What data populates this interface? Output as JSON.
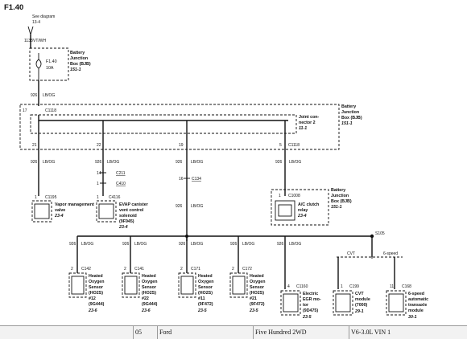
{
  "page": {
    "code": "F1.40"
  },
  "top": {
    "ref_label": "See diagram",
    "ref_page": "13-4",
    "wire_no": "1138",
    "color": "VT/WH"
  },
  "fuse": {
    "name": "F1.40",
    "rating": "10A",
    "box_line1": "Battery",
    "box_line2": "Junction",
    "box_line3": "Box (BJB)",
    "box_page": "151-1"
  },
  "fuse_out": {
    "wire_no": "926",
    "color": "LB/OG"
  },
  "bjb_big": {
    "pin_a": "17",
    "conn_a": "C1118",
    "box_line1": "Battery",
    "box_line2": "Junction",
    "box_line3": "Box (BJB)",
    "box_page": "151-1",
    "joint_line1": "Joint con-",
    "joint_line2": "nector 2",
    "joint_page": "11-1",
    "pins": [
      "21",
      "22",
      "19",
      "5"
    ],
    "conn_b": "C1118"
  },
  "branches": [
    {
      "wire_no": "926",
      "color": "LB/OG"
    },
    {
      "wire_no": "926",
      "color": "LB/OG"
    },
    {
      "wire_no": "926",
      "color": "LB/OG"
    },
    {
      "wire_no": "926",
      "color": "LB/OG"
    }
  ],
  "inline_conns": [
    {
      "pin": "14",
      "conn": "C211"
    },
    {
      "pin": "1",
      "conn": "C410"
    },
    {
      "pin": "16",
      "conn": "C134"
    }
  ],
  "components_top": [
    {
      "pin": "1",
      "conn": "C1195",
      "line1": "Vapor management",
      "line2": "valve",
      "page": "23-4"
    },
    {
      "pin": "1",
      "conn": "C4116",
      "line1": "EVAP canister",
      "line2": "vent control",
      "line3": "solenoid",
      "line4": "(9F945)",
      "page": "23-4"
    },
    {
      "pin": "1",
      "conn": "C1008",
      "line1": "A/C clutch",
      "line2": "relay",
      "page": "23-4",
      "box_line1": "Battery",
      "box_line2": "Junction",
      "box_line3": "Box (BJB)",
      "box_page": "151-1"
    }
  ],
  "mid_wire": {
    "wire_no": "926",
    "color": "LB/OG"
  },
  "splice": {
    "name": "S105"
  },
  "bus_wires": [
    {
      "wire_no": "926",
      "color": "LB/OG"
    },
    {
      "wire_no": "926",
      "color": "LB/OG"
    },
    {
      "wire_no": "926",
      "color": "LB/OG"
    },
    {
      "wire_no": "926",
      "color": "LB/OG"
    },
    {
      "wire_no": "926",
      "color": "LB/OG"
    }
  ],
  "transmission": {
    "opt_a": "CVT",
    "opt_b": "6-speed"
  },
  "sensors": [
    {
      "pin": "2",
      "conn": "C142",
      "line1": "Heated",
      "line2": "Oxygen",
      "line3": "Sensor",
      "line4": "(HO2S)",
      "line5": "#12",
      "line6": "(9G444)",
      "page": "23-6"
    },
    {
      "pin": "2",
      "conn": "C141",
      "line1": "Heated",
      "line2": "Oxygen",
      "line3": "Sensor",
      "line4": "(HO2S)",
      "line5": "#22",
      "line6": "(9G444)",
      "page": "23-6"
    },
    {
      "pin": "2",
      "conn": "C171",
      "line1": "Heated",
      "line2": "Oxygen",
      "line3": "Sensor",
      "line4": "(HO2S)",
      "line5": "#11",
      "line6": "(9F472)",
      "page": "23-5"
    },
    {
      "pin": "2",
      "conn": "C172",
      "line1": "Heated",
      "line2": "Oxygen",
      "line3": "Sensor",
      "line4": "(HO2S)",
      "line5": "#21",
      "line6": "(9F472)",
      "page": "23-5"
    }
  ],
  "modules": [
    {
      "pin": "4",
      "conn": "C1160",
      "line1": "Electric",
      "line2": "EGR mo-",
      "line3": "tor",
      "line4": "(9D475)",
      "page": "23-5"
    },
    {
      "pin": "1",
      "conn": "C199",
      "line1": "CVT",
      "line2": "module",
      "line3": "(7000)",
      "page": "29-1"
    },
    {
      "pin": "11",
      "conn": "C168",
      "line1": "6-speed",
      "line2": "automatic",
      "line3": "transaxle",
      "line4": "module",
      "page": "30-1"
    }
  ],
  "footer": {
    "year": "05",
    "make": "Ford",
    "model": "Five Hundred 2WD",
    "engine": "V6-3.0L VIN 1"
  }
}
